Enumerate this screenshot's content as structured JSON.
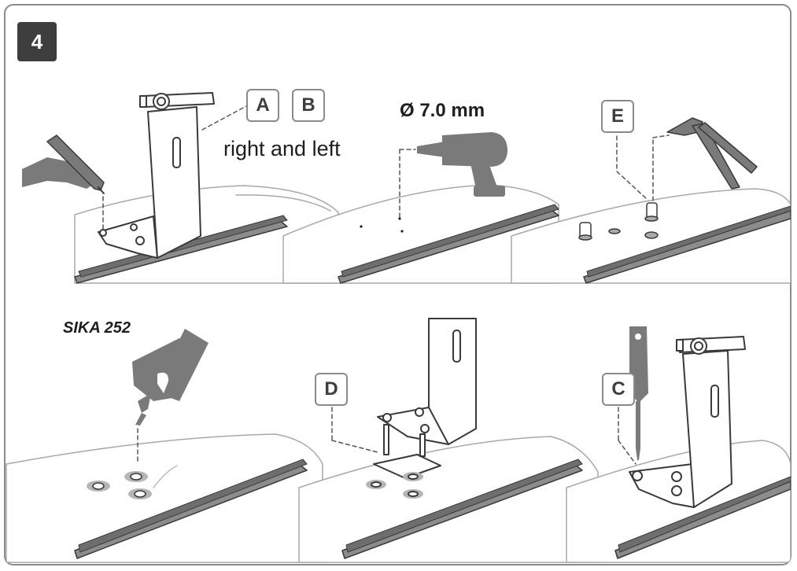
{
  "step": {
    "number": "4"
  },
  "callouts": {
    "a": "A",
    "b": "B",
    "c": "C",
    "d": "D",
    "e": "E"
  },
  "notes": {
    "sides": "right and left"
  },
  "drill": {
    "diameter": "Ø 7.0 mm"
  },
  "sealant": {
    "product": "SIKA 252"
  },
  "icons": {
    "hand_marker": "hand-marking-pen-icon",
    "bracket": "mounting-bracket-icon",
    "drill": "power-drill-icon",
    "rivet_tool": "rivet-gun-icon",
    "sealant_tube": "sealant-tube-icon",
    "screwdriver": "screwdriver-icon"
  },
  "colors": {
    "outline": "#3a3a3a",
    "fill_gray": "#7a7a7a",
    "frame": "#8a8a8a",
    "badge": "#3e3e3e"
  }
}
